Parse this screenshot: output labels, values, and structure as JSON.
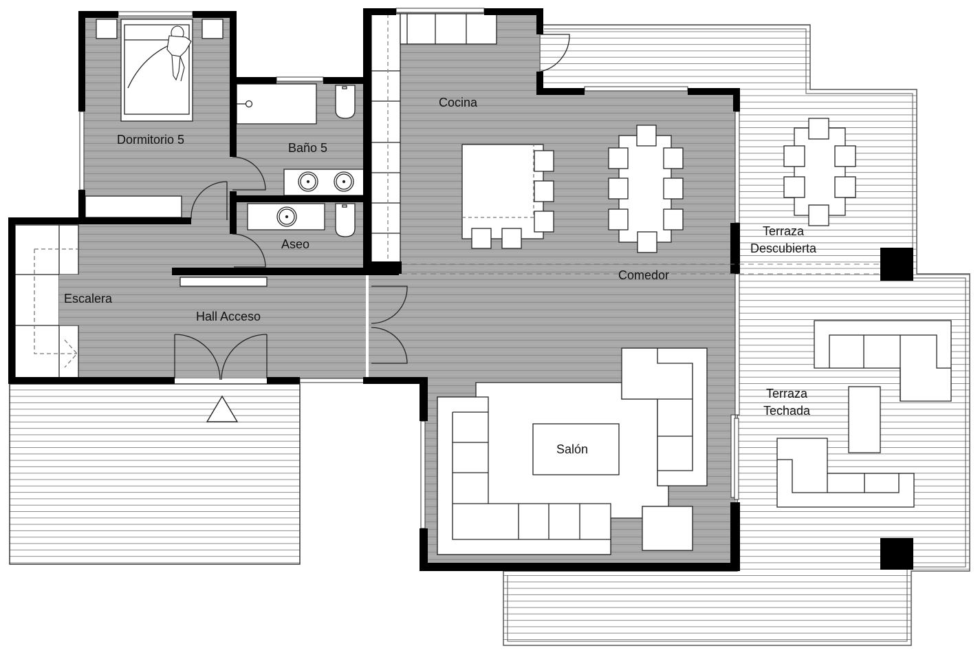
{
  "plan": {
    "colors": {
      "wall": "#000000",
      "interior_floor": "#a8a8a8",
      "floor_lines": "#8a8a8a",
      "terrace_floor": "#ffffff",
      "terrace_lines": "#888888",
      "furniture": "#ffffff",
      "outline": "#222222"
    },
    "rooms": [
      {
        "id": "dormitorio5",
        "label": "Dormitorio 5"
      },
      {
        "id": "bano5",
        "label": "Baño 5"
      },
      {
        "id": "aseo",
        "label": "Aseo"
      },
      {
        "id": "cocina",
        "label": "Cocina"
      },
      {
        "id": "comedor",
        "label": "Comedor"
      },
      {
        "id": "escalera",
        "label": "Escalera"
      },
      {
        "id": "hall",
        "label": "Hall Acceso"
      },
      {
        "id": "salon",
        "label": "Salón"
      },
      {
        "id": "terraza_descubierta",
        "line1": "Terraza",
        "line2": "Descubierta"
      },
      {
        "id": "terraza_techada",
        "line1": "Terraza",
        "line2": "Techada"
      }
    ],
    "entrance_marker": "triangle-up"
  }
}
